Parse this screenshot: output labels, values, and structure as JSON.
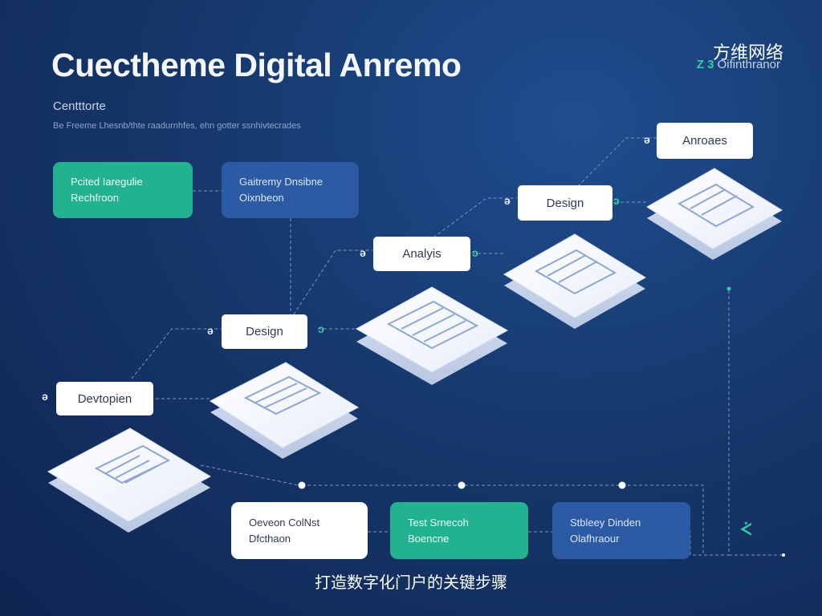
{
  "header": {
    "title": "Cuectheme Digital Anremo",
    "brand": "方维网络",
    "meta_accent": "Z 3",
    "meta_text": "Oifinthranor",
    "subtitle": "Centttorte",
    "description": "Be Freeme Lhesnb/thte raadurnhfes, ehn gotter ssnhivtecrades"
  },
  "top_cards": [
    {
      "line1": "Pcited Iaregulie",
      "line2": "Rechfroon",
      "color": "green"
    },
    {
      "line1": "Gaitremy Dnsibne",
      "line2": "Oixnbeon",
      "color": "blue"
    }
  ],
  "steps": [
    {
      "label": "Devtopien",
      "icon": "ə"
    },
    {
      "label": "Design",
      "icon": "ə"
    },
    {
      "label": "Analyis",
      "icon": "ə"
    },
    {
      "label": "Design",
      "icon": "ə"
    },
    {
      "label": "Anroaes",
      "icon": "ə"
    }
  ],
  "bottom_cards": [
    {
      "line1": "Oeveon ColNst",
      "line2": "Dfcthaon",
      "color": "white"
    },
    {
      "line1": "Test Srnecoh",
      "line2": "Boencne",
      "color": "green"
    },
    {
      "line1": "Stbleey Dinden",
      "line2": "Olafhraour",
      "color": "blue"
    }
  ],
  "corner_icon": "ᢵ",
  "caption": "打造数字化门户的关键步骤",
  "colors": {
    "background": "#16386c",
    "green": "#23b28f",
    "blue": "#2c5aa4",
    "accent": "#2fd0a3",
    "tile": "#f3f6fc"
  }
}
